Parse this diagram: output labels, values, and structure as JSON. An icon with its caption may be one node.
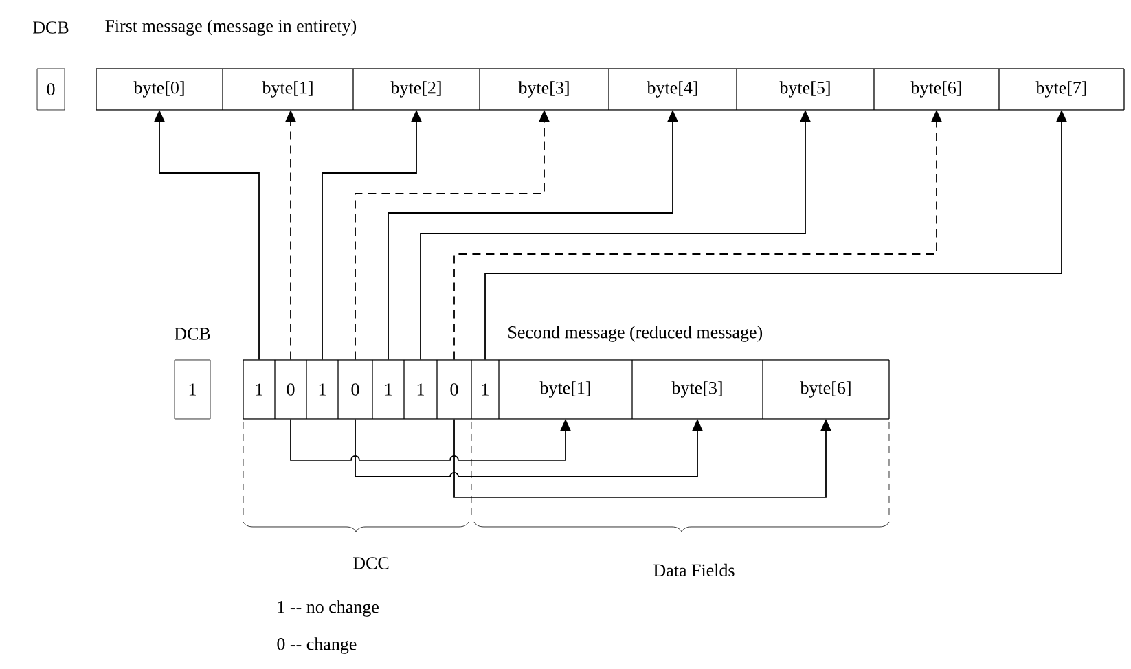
{
  "diagram": {
    "nodes": [
      {
        "text": [
          "DCB",
          "0"
        ]
      },
      {
        "text": [
          "First message (message in entirety)"
        ]
      },
      {
        "text": [
          "byte[0]"
        ],
        "in": 1
      },
      {
        "text": [
          "byte[1]"
        ],
        "in": 1
      },
      {
        "text": [
          "byte[2]"
        ],
        "in": 1
      },
      {
        "text": [
          "byte[3]"
        ],
        "in": 1
      },
      {
        "text": [
          "byte[4]"
        ],
        "in": 1
      },
      {
        "text": [
          "byte[5]"
        ],
        "in": 1
      },
      {
        "text": [
          "byte[6]"
        ],
        "in": 1
      },
      {
        "text": [
          "byte[7]"
        ],
        "in": 1
      },
      {
        "text": [
          "DCB",
          "1"
        ]
      },
      {
        "text": [
          "Second message (reduced message)"
        ]
      },
      {
        "text": [
          "1"
        ],
        "in": 11
      },
      {
        "text": [
          "0"
        ],
        "in": 11
      },
      {
        "text": [
          "1"
        ],
        "in": 11
      },
      {
        "text": [
          "0"
        ],
        "in": 11
      },
      {
        "text": [
          "1"
        ],
        "in": 11
      },
      {
        "text": [
          "1"
        ],
        "in": 11
      },
      {
        "text": [
          "0"
        ],
        "in": 11
      },
      {
        "text": [
          "1"
        ],
        "in": 11
      },
      {
        "text": [
          "byte[1]"
        ],
        "in": 11
      },
      {
        "text": [
          "byte[3]"
        ],
        "in": 11
      },
      {
        "text": [
          "byte[6]"
        ],
        "in": 11
      }
    ],
    "edges": [
      {
        "from": 12,
        "to": 2,
        "arrow": "to"
      },
      {
        "from": 13,
        "to": 3,
        "arrow": "to",
        "style": "dashed"
      },
      {
        "from": 14,
        "to": 4,
        "arrow": "to"
      },
      {
        "from": 15,
        "to": 5,
        "arrow": "to",
        "style": "dashed"
      },
      {
        "from": 16,
        "to": 6,
        "arrow": "to"
      },
      {
        "from": 17,
        "to": 7,
        "arrow": "to"
      },
      {
        "from": 18,
        "to": 8,
        "arrow": "to",
        "style": "dashed"
      },
      {
        "from": 19,
        "to": 9,
        "arrow": "to"
      },
      {
        "from": 13,
        "to": 20,
        "arrow": "to"
      },
      {
        "from": 15,
        "to": 21,
        "arrow": "to"
      },
      {
        "from": 18,
        "to": 22,
        "arrow": "to"
      }
    ],
    "labels": [
      "DCC",
      "1 -- no change",
      "0 -- change",
      "Data Fields"
    ]
  }
}
